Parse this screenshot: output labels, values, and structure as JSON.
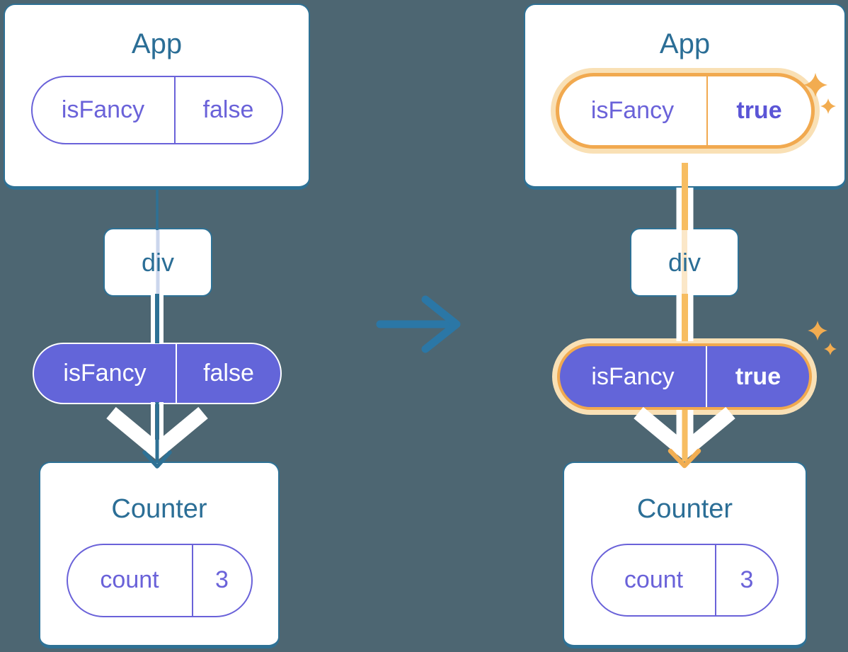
{
  "diagram_title": "React state passing down through component tree (before and after state update)",
  "left": {
    "app_title": "App",
    "app_pill": {
      "key": "isFancy",
      "value": "false"
    },
    "div_label": "div",
    "passed_pill": {
      "key": "isFancy",
      "value": "false"
    },
    "counter_title": "Counter",
    "counter_pill": {
      "key": "count",
      "value": "3"
    }
  },
  "right": {
    "app_title": "App",
    "app_pill": {
      "key": "isFancy",
      "value": "true"
    },
    "div_label": "div",
    "passed_pill": {
      "key": "isFancy",
      "value": "true"
    },
    "counter_title": "Counter",
    "counter_pill": {
      "key": "count",
      "value": "3"
    }
  },
  "icons": {
    "transition": "arrow-right-icon",
    "app_pill_highlight": "sparkles-icon",
    "passed_pill_highlight": "sparkles-icon",
    "flow_arrows": "arrow-down-icon"
  },
  "colors": {
    "background": "#4D6672",
    "card_border": "#2E7195",
    "heading_text": "#2B6E96",
    "pill_purple": "#6A62D9",
    "pill_fill_purple": "#6365D9",
    "pill_bold_purple": "#5B55D6",
    "highlight_orange": "#F1A94F",
    "highlight_glow": "#F9E0B5",
    "orange_line": "#F7BD62",
    "arrow_blue": "#2B77A6",
    "edge_teal": "#2E7195",
    "white": "#FFFFFF"
  }
}
